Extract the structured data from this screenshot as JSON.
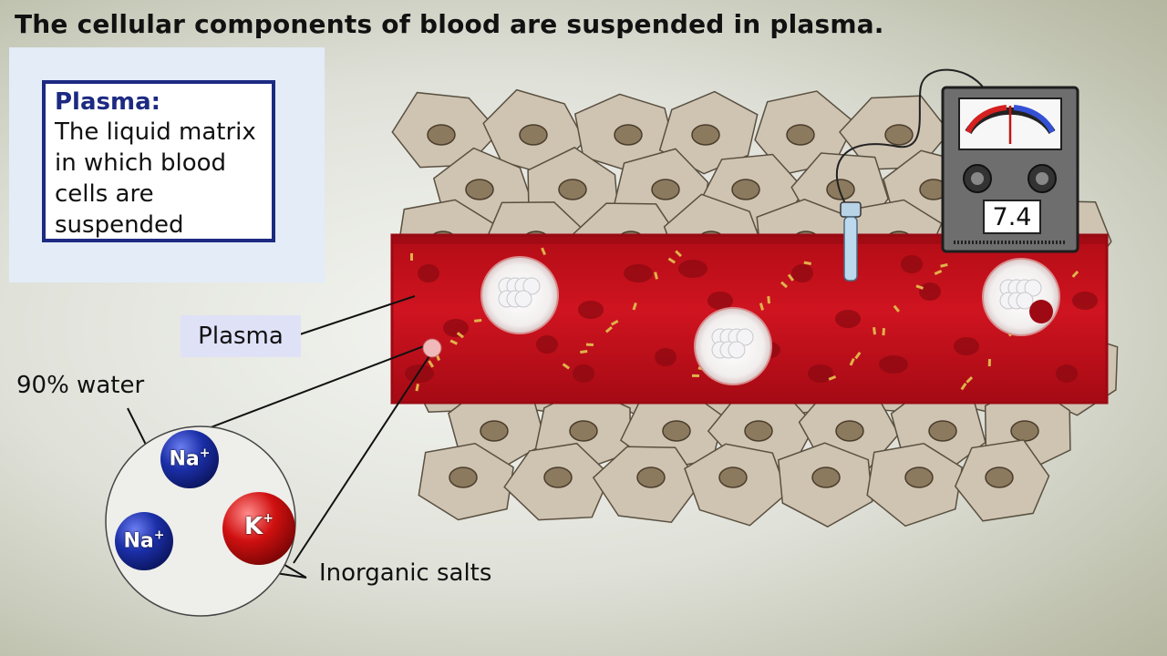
{
  "title": "The cellular components of blood are suspended in plasma.",
  "definition": {
    "term": "Plasma:",
    "text": "The liquid matrix in which blood cells are suspended"
  },
  "labels": {
    "plasma": "Plasma",
    "water": "90% water",
    "salts": "Inorganic salts"
  },
  "meter": {
    "reading": "7.4"
  },
  "ions": [
    {
      "symbol": "Na",
      "charge": "+",
      "color": "#1b2fa8"
    },
    {
      "symbol": "Na",
      "charge": "+",
      "color": "#1b2fa8"
    },
    {
      "symbol": "K",
      "charge": "+",
      "color": "#d01010"
    }
  ],
  "colors": {
    "vessel": "#c8111b",
    "vessel_border": "#a30d16",
    "tissue_cell": "#cfc3b2",
    "tissue_nucleus": "#8c7a5f",
    "definition_border": "#1d2a82",
    "definition_term": "#1d2a82"
  }
}
